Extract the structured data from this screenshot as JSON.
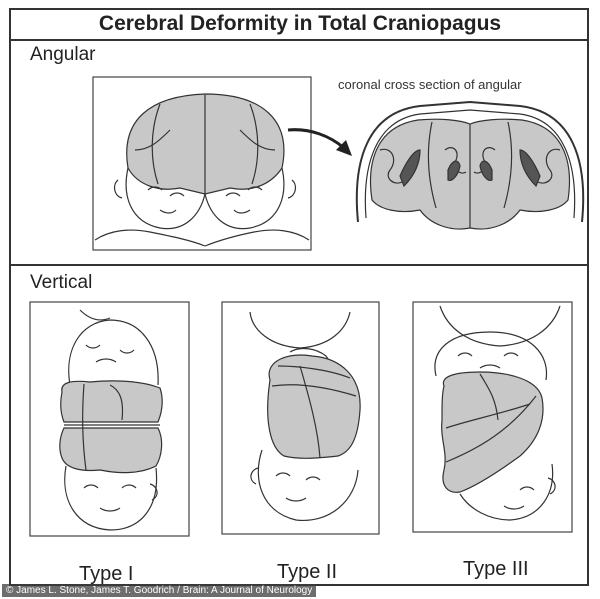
{
  "title": "Cerebral Deformity in Total Craniopagus",
  "sections": {
    "angular": {
      "label": "Angular",
      "caption": "coronal cross section of angular"
    },
    "vertical": {
      "label": "Vertical",
      "types": [
        {
          "label": "Type I"
        },
        {
          "label": "Type II"
        },
        {
          "label": "Type III"
        }
      ]
    }
  },
  "credit": "© James L. Stone, James T. Goodrich / Brain: A Journal of Neurology",
  "colors": {
    "outline": "#333333",
    "brain_fill": "#c8c8c8",
    "ventricle": "#555555"
  }
}
